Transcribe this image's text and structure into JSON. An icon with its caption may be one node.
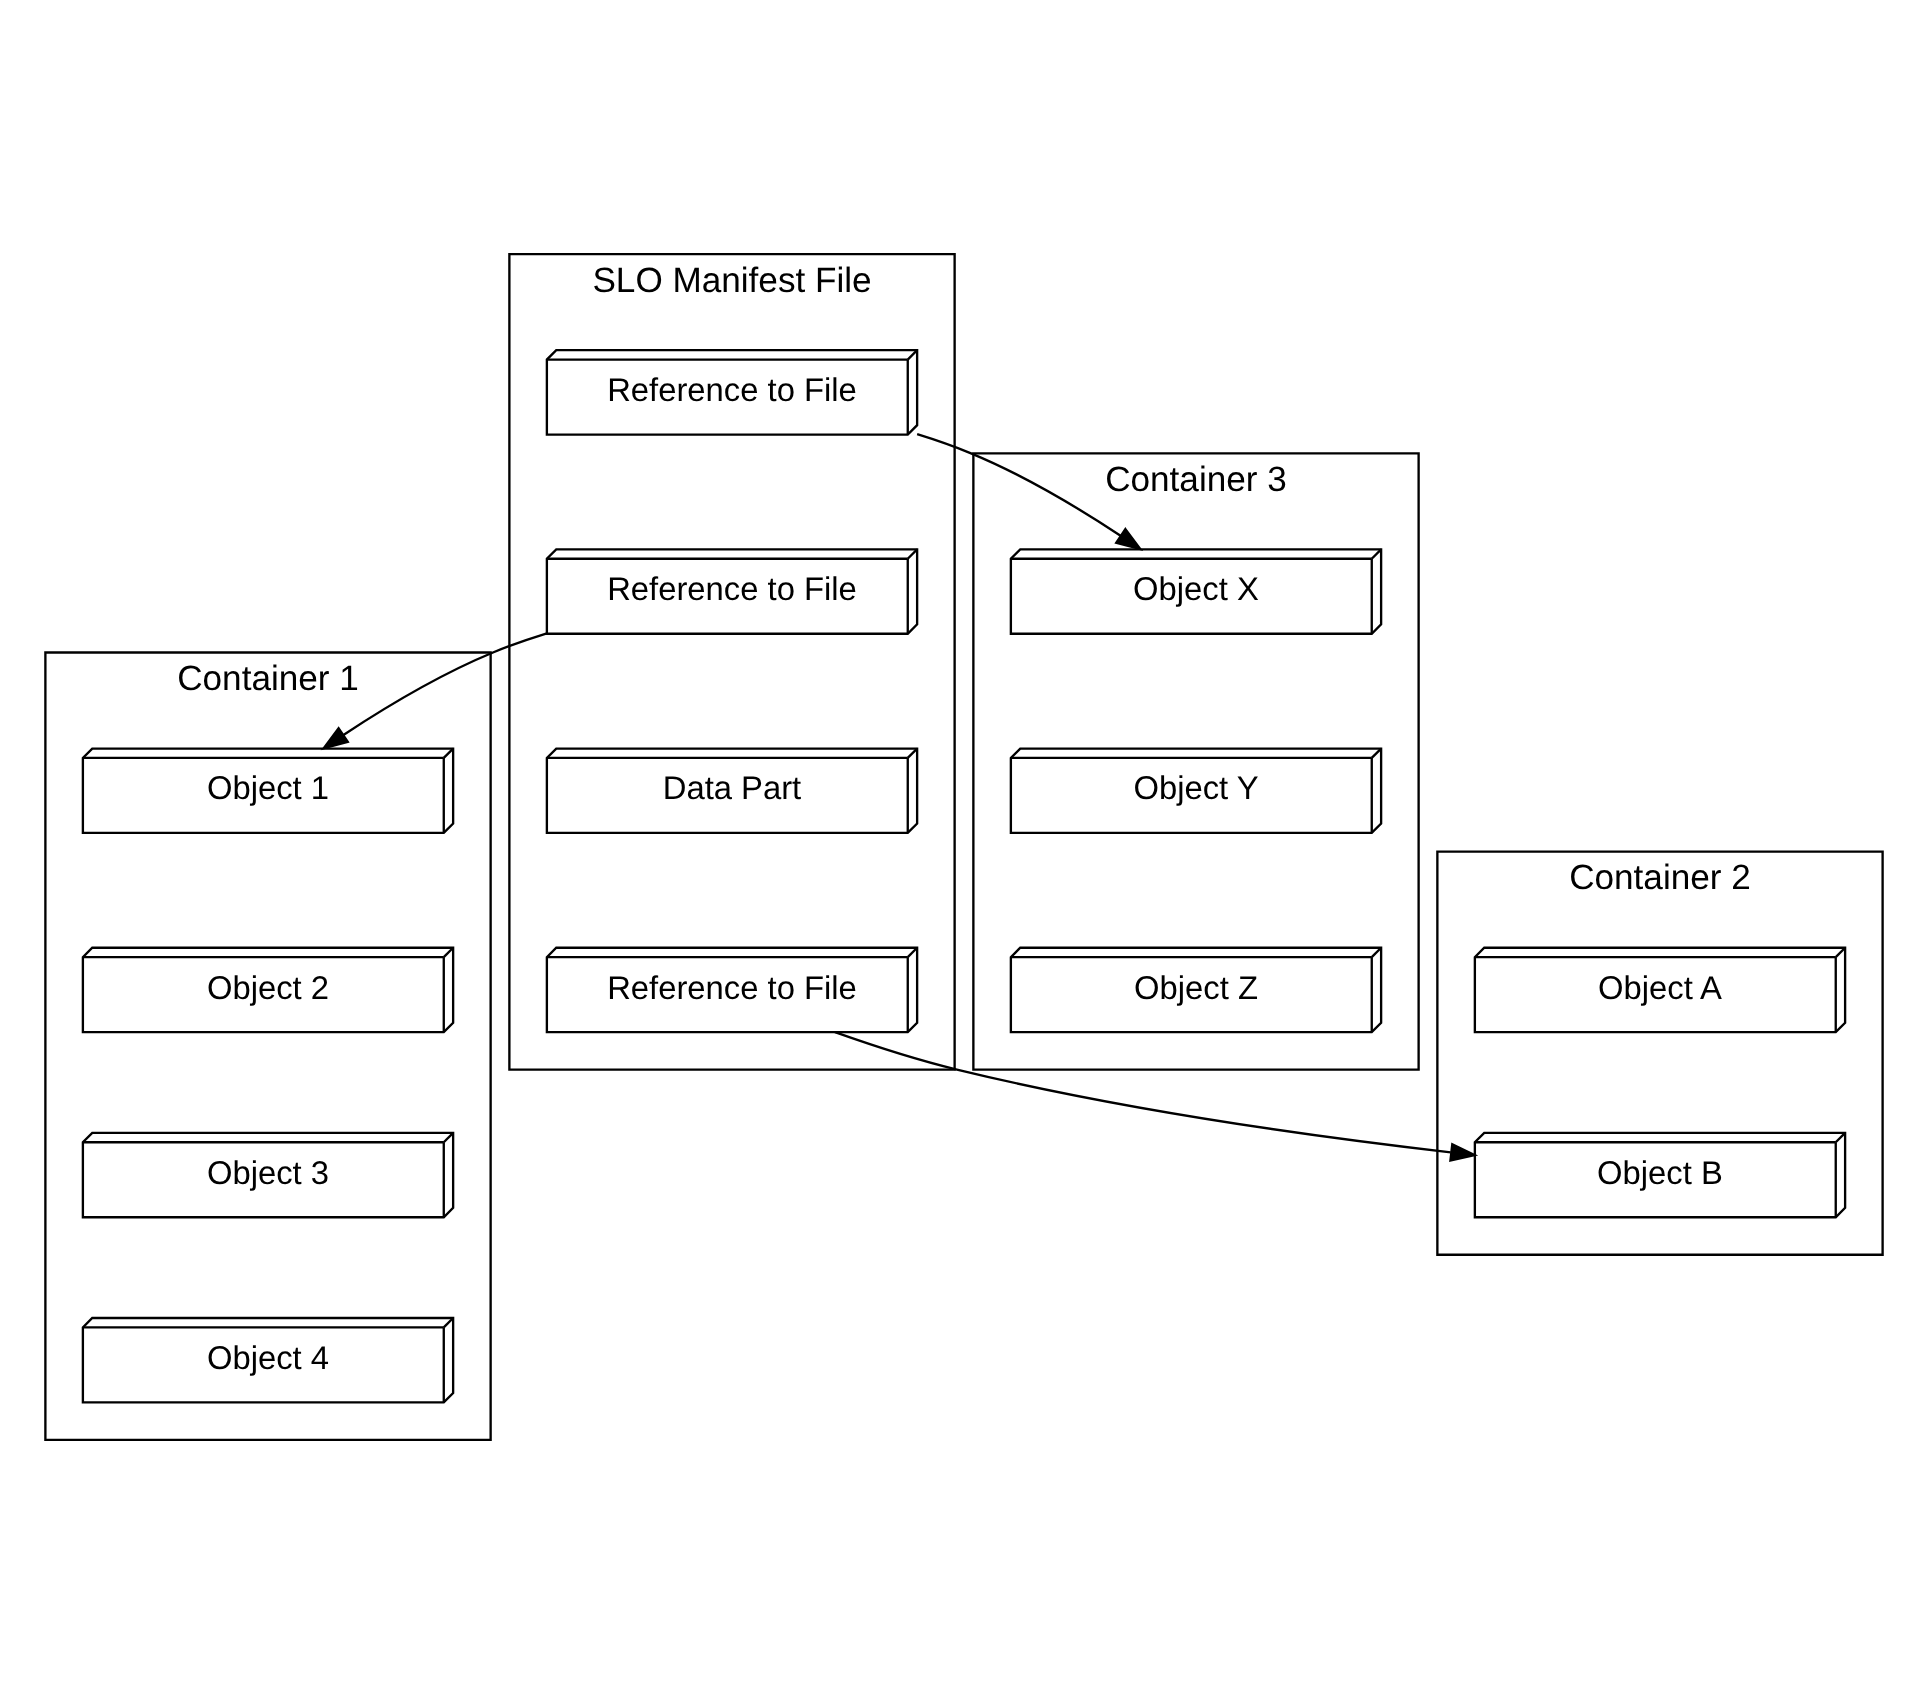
{
  "diagram": {
    "nodes": [
      {
        "text": [
          "SLO Manifest File"
        ]
      },
      {
        "text": [
          "Reference to File"
        ],
        "in": 0
      },
      {
        "text": [
          "Reference to File"
        ],
        "in": 0
      },
      {
        "text": [
          "Data Part"
        ],
        "in": 0
      },
      {
        "text": [
          "Reference to File"
        ],
        "in": 0
      },
      {
        "text": [
          "Container 1"
        ]
      },
      {
        "text": [
          "Object 1"
        ],
        "in": 5
      },
      {
        "text": [
          "Object 2"
        ],
        "in": 5
      },
      {
        "text": [
          "Object 3"
        ],
        "in": 5
      },
      {
        "text": [
          "Object 4"
        ],
        "in": 5
      },
      {
        "text": [
          "Container 2"
        ]
      },
      {
        "text": [
          "Object A"
        ],
        "in": 10
      },
      {
        "text": [
          "Object B"
        ],
        "in": 10
      },
      {
        "text": [
          "Container 3"
        ]
      },
      {
        "text": [
          "Object X"
        ],
        "in": 13
      },
      {
        "text": [
          "Object Y"
        ],
        "in": 13
      },
      {
        "text": [
          "Object Z"
        ],
        "in": 13
      }
    ],
    "edges": [
      {
        "from": 2,
        "to": 6,
        "arrow": "to"
      },
      {
        "from": 4,
        "to": 12,
        "arrow": "to"
      },
      {
        "from": 1,
        "to": 14,
        "arrow": "to"
      }
    ]
  }
}
